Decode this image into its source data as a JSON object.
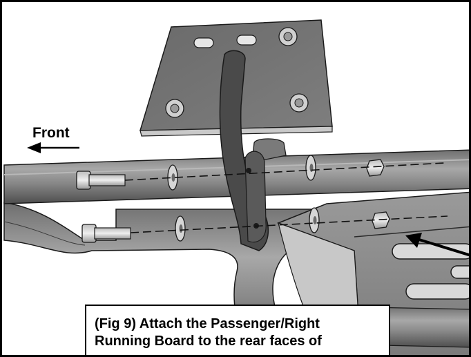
{
  "figure": {
    "direction_label": "Front",
    "caption_lines": [
      "(Fig 9) Attach the Passenger/Right",
      "Running Board to the rear faces of"
    ],
    "colors": {
      "steel_dark": "#5a5a5a",
      "steel_mid": "#8c8c8c",
      "steel_light": "#c4c4c4",
      "outline": "#1a1a1a",
      "border": "#000000"
    }
  }
}
